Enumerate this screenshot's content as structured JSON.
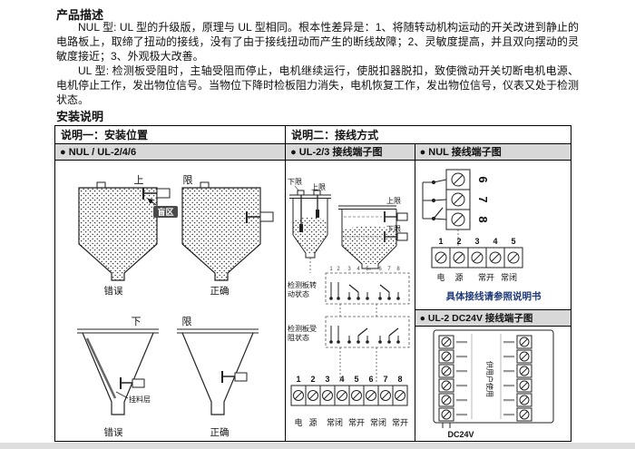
{
  "doc": {
    "title1": "产品描述",
    "para1": "NUL 型: UL 型的升级版，原理与 UL 型相同。根本性差异是：1、将随转动机构运动的开关改进到静止的电路板上，取缔了扭动的接线，没有了由于接线扭动而产生的断线故障；2、灵敏度提高，并且双向摆动的灵敏度接近；3、外观极大改善。",
    "para2": "UL 型: 检测板受阻时，主轴受阻而停止，电机继续运行，使脱扣器脱扣，致使微动开关切断电机电源、电机停止工作，发出物位信号。当物位下降时检板阻力消失，电机恢复工作，发出物位信号，仪表又处于检测状态。",
    "title2": "安装说明"
  },
  "table": {
    "header_col1": "说明一：安装位置",
    "header_col2": "说明二：接线方式",
    "sub_nul_ul": "● NUL / UL-2/4/6",
    "sub_ul23": "● UL-2/3 接线端子图",
    "sub_nul": "● NUL 接线端子图",
    "sub_dc24v": "● UL-2 DC24V 接线端子图"
  },
  "position": {
    "upper1": "上",
    "upper2": "限",
    "blind_zone": "盲区",
    "wrong1": "错误",
    "correct1": "正确",
    "lower1": "下",
    "lower2": "限",
    "coating": "挂料层",
    "wrong2": "错误",
    "correct2": "正确"
  },
  "ul23": {
    "low_label": "下限",
    "high_label": "上限",
    "high_label_r": "上限",
    "low_label_r": "下限",
    "state_a": [
      "检测板转",
      "动状态"
    ],
    "state_b": [
      "检测板受",
      "阻状态"
    ],
    "terminals": [
      "1",
      "2",
      "3",
      "4",
      "5",
      "6",
      "7",
      "8"
    ],
    "labels": [
      "电",
      "源",
      "常闭",
      "常开",
      "常闭",
      "常开"
    ]
  },
  "nul": {
    "rot_terminals": [
      "6",
      "7",
      "8"
    ],
    "terminals": [
      "1",
      "2",
      "3",
      "4",
      "5"
    ],
    "labels": [
      "电",
      "源",
      "常开",
      "常闭"
    ],
    "note": "具体接线请参照说明书"
  },
  "dc24v": {
    "center_text": "供用户使用",
    "power": "DC24V"
  },
  "colors": {
    "subheader_bg": "#d8d8d8",
    "note_text": "#1e3a78"
  }
}
